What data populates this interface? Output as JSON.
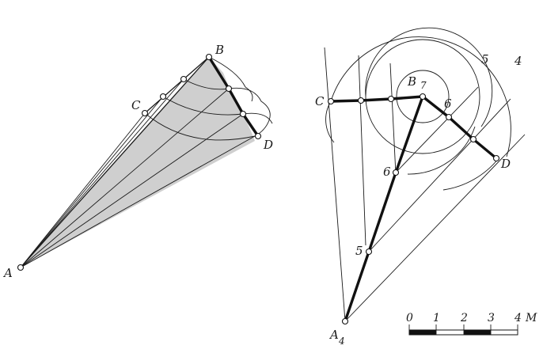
{
  "left_view": {
    "labels": {
      "A": "A",
      "B": "B",
      "C": "C",
      "D": "D"
    }
  },
  "right_view": {
    "labels": {
      "A": "A",
      "A_sub": "4",
      "B": "B",
      "B_sub": "7",
      "C": "C",
      "D": "D"
    },
    "point_labels": {
      "p6_right": "6",
      "p6_left": "6",
      "p5": "5"
    },
    "circle_labels": {
      "c5": "5",
      "c4": "4"
    }
  },
  "scale_bar": {
    "ticks": [
      "0",
      "1",
      "2",
      "3",
      "4"
    ],
    "unit": "M"
  },
  "colors": {
    "ink": "#111111",
    "shade": "#cfcfcf"
  }
}
